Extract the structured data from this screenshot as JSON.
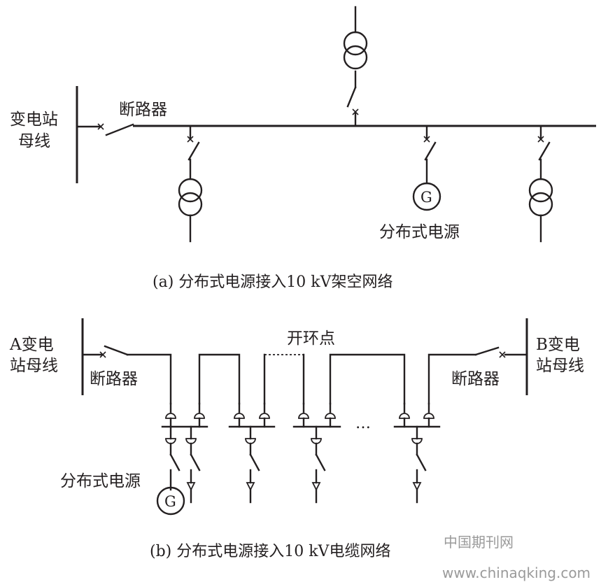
{
  "part_a": {
    "substation_bus_line1": "变电站",
    "substation_bus_line2": "母线",
    "breaker_label": "断路器",
    "generator_symbol": "G",
    "dg_label": "分布式电源",
    "caption": "(a) 分布式电源接入10 kV架空网络"
  },
  "part_b": {
    "sub_a_line1": "A变电",
    "sub_a_line2": "站母线",
    "breaker_left_label": "断路器",
    "open_loop_label": "开环点",
    "sub_b_line1": "B变电",
    "sub_b_line2": "站母线",
    "breaker_right_label": "断路器",
    "ellipsis": "…",
    "dg_label": "分布式电源",
    "generator_symbol": "G",
    "caption": "(b) 分布式电源接入10 kV电缆网络"
  },
  "watermark": {
    "cn": "中国期刊网",
    "url": "www.chinaqking.com"
  }
}
